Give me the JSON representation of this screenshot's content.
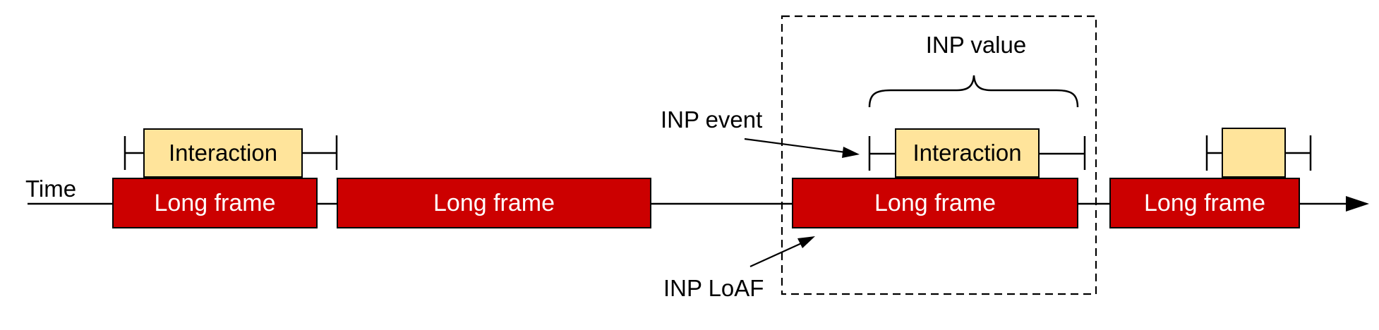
{
  "diagram": {
    "axis": {
      "label": "Time"
    },
    "frames": [
      {
        "label": "Long frame"
      },
      {
        "label": "Long frame"
      },
      {
        "label": "Long frame"
      },
      {
        "label": "Long frame"
      }
    ],
    "interactions": [
      {
        "label": "Interaction"
      },
      {
        "label": "Interaction"
      },
      {
        "label": ""
      }
    ],
    "annotations": {
      "inp_value": "INP value",
      "inp_event": "INP event",
      "inp_loaf": "INP LoAF"
    },
    "colors": {
      "frame_fill": "#cc0000",
      "frame_text": "#ffffff",
      "interaction_fill": "#ffe49b",
      "line": "#000000",
      "background": "#ffffff"
    }
  }
}
